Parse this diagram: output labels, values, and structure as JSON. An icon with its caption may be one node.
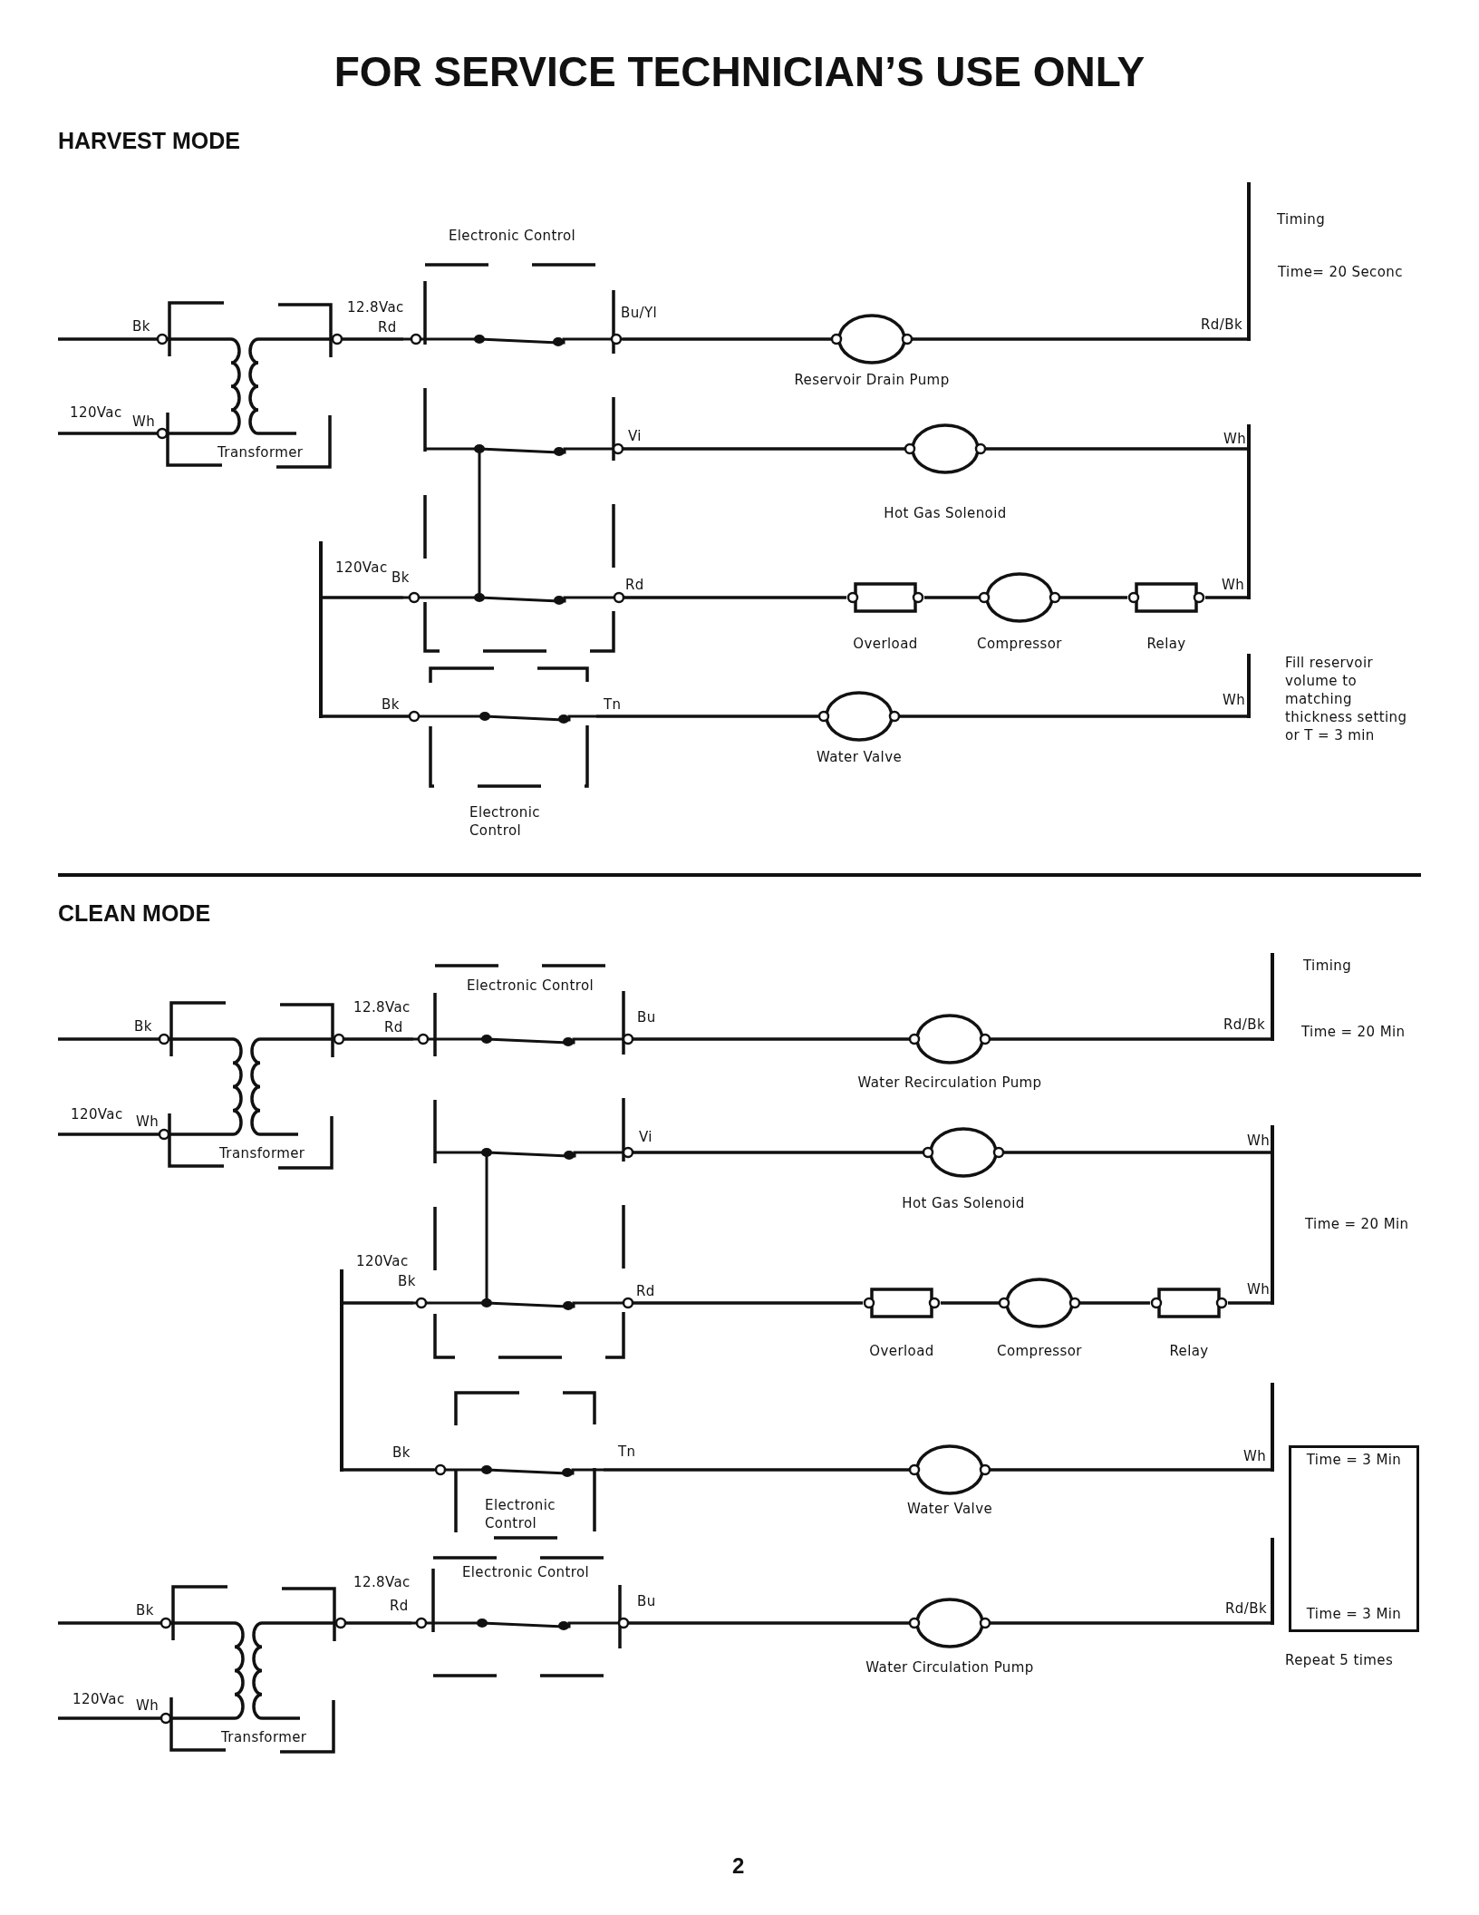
{
  "diagram": {
    "title": "FOR SERVICE TECHNICIAN’S USE ONLY",
    "nodes": [
      {
        "text": [
          "Transformer"
        ]
      },
      {
        "text": [
          "Electronic Control"
        ]
      },
      {
        "text": [
          "Reservoir Drain Pump"
        ]
      },
      {
        "text": [],
        "shape": "bar"
      },
      {
        "text": [
          "Hot Gas Solenoid"
        ]
      },
      {
        "text": [],
        "shape": "bar"
      },
      {
        "text": [],
        "shape": "bar"
      },
      {
        "text": [
          "Overload"
        ]
      },
      {
        "text": [
          "Compressor"
        ]
      },
      {
        "text": [
          "Relay"
        ]
      },
      {
        "text": [
          "Electronic Control"
        ]
      },
      {
        "text": [
          "Water Valve"
        ]
      },
      {
        "text": [],
        "shape": "bar"
      },
      {
        "text": [
          "Transformer"
        ]
      },
      {
        "text": [
          "Electronic Control"
        ]
      },
      {
        "text": [
          "Water Recirculation Pump"
        ]
      },
      {
        "text": [],
        "shape": "bar"
      },
      {
        "text": [
          "Hot Gas Solenoid"
        ]
      },
      {
        "text": [],
        "shape": "bar"
      },
      {
        "text": [],
        "shape": "bar"
      },
      {
        "text": [
          "Overload"
        ]
      },
      {
        "text": [
          "Compressor"
        ]
      },
      {
        "text": [
          "Relay"
        ]
      },
      {
        "text": [
          "Electronic Control"
        ]
      },
      {
        "text": [
          "Water Valve"
        ]
      },
      {
        "text": [],
        "shape": "bar"
      },
      {
        "text": [
          "Time = 3 Min",
          "Time = 3 Min"
        ]
      },
      {
        "text": [
          "Transformer"
        ]
      },
      {
        "text": [
          "Electronic Control"
        ]
      },
      {
        "text": [
          "Water Circulation Pump"
        ]
      },
      {
        "text": [],
        "shape": "bar"
      }
    ],
    "edges": [
      {
        "from": null,
        "to": 0,
        "arrow": "none"
      },
      {
        "from": null,
        "to": 0,
        "arrow": "none"
      },
      {
        "from": 0,
        "to": 1,
        "arrow": "none"
      },
      {
        "from": 1,
        "to": 2,
        "arrow": "none"
      },
      {
        "from": 2,
        "to": 3,
        "arrow": "none"
      },
      {
        "from": 1,
        "to": 4,
        "arrow": "none"
      },
      {
        "from": 4,
        "to": 5,
        "arrow": "none"
      },
      {
        "from": 6,
        "to": 1,
        "arrow": "none"
      },
      {
        "from": 1,
        "to": 7,
        "arrow": "none"
      },
      {
        "from": 7,
        "to": 8,
        "arrow": "none"
      },
      {
        "from": 8,
        "to": 9,
        "arrow": "none"
      },
      {
        "from": 9,
        "to": 5,
        "arrow": "none"
      },
      {
        "from": 6,
        "to": 10,
        "arrow": "none"
      },
      {
        "from": 10,
        "to": 11,
        "arrow": "none"
      },
      {
        "from": 11,
        "to": 12,
        "arrow": "none"
      },
      {
        "from": null,
        "to": 13,
        "arrow": "none"
      },
      {
        "from": null,
        "to": 13,
        "arrow": "none"
      },
      {
        "from": 13,
        "to": 14,
        "arrow": "none"
      },
      {
        "from": 14,
        "to": 15,
        "arrow": "none"
      },
      {
        "from": 15,
        "to": 16,
        "arrow": "none"
      },
      {
        "from": 14,
        "to": 17,
        "arrow": "none"
      },
      {
        "from": 17,
        "to": 18,
        "arrow": "none"
      },
      {
        "from": 19,
        "to": 14,
        "arrow": "none"
      },
      {
        "from": 14,
        "to": 20,
        "arrow": "none"
      },
      {
        "from": 20,
        "to": 21,
        "arrow": "none"
      },
      {
        "from": 21,
        "to": 22,
        "arrow": "none"
      },
      {
        "from": 22,
        "to": 18,
        "arrow": "none"
      },
      {
        "from": 19,
        "to": 23,
        "arrow": "none"
      },
      {
        "from": 23,
        "to": 24,
        "arrow": "none"
      },
      {
        "from": 24,
        "to": 25,
        "arrow": "none"
      },
      {
        "from": null,
        "to": 27,
        "arrow": "none"
      },
      {
        "from": null,
        "to": 27,
        "arrow": "none"
      },
      {
        "from": 27,
        "to": 28,
        "arrow": "none"
      },
      {
        "from": 28,
        "to": 29,
        "arrow": "none"
      },
      {
        "from": 29,
        "to": 30,
        "arrow": "none"
      }
    ],
    "labels": [
      "HARVEST MODE",
      "Timing",
      "Time= 20 Seconc",
      "12.8Vac",
      "Bu/Yl",
      "Bk",
      "Rd",
      "Rd/Bk",
      "120Vac",
      "Wh",
      "Vi",
      "Wh",
      "120Vac",
      "Bk",
      "Rd",
      "Wh",
      "Fill reservoir volume to matching thickness setting or T = 3 min",
      "Wh",
      "Bk",
      "Tn",
      "CLEAN MODE",
      "Timing",
      "12.8Vac",
      "Bu",
      "Bk",
      "Rd",
      "Rd/Bk",
      "Time = 20 Min",
      "120Vac",
      "Wh",
      "Vi",
      "Wh",
      "Time = 20 Min",
      "120Vac",
      "Bk",
      "Rd",
      "Wh",
      "Bk",
      "Tn",
      "Wh",
      "12.8Vac",
      "Bk",
      "Rd",
      "Bu",
      "Rd/Bk",
      "120Vac",
      "Wh",
      "Repeat 5 times",
      "2"
    ]
  }
}
